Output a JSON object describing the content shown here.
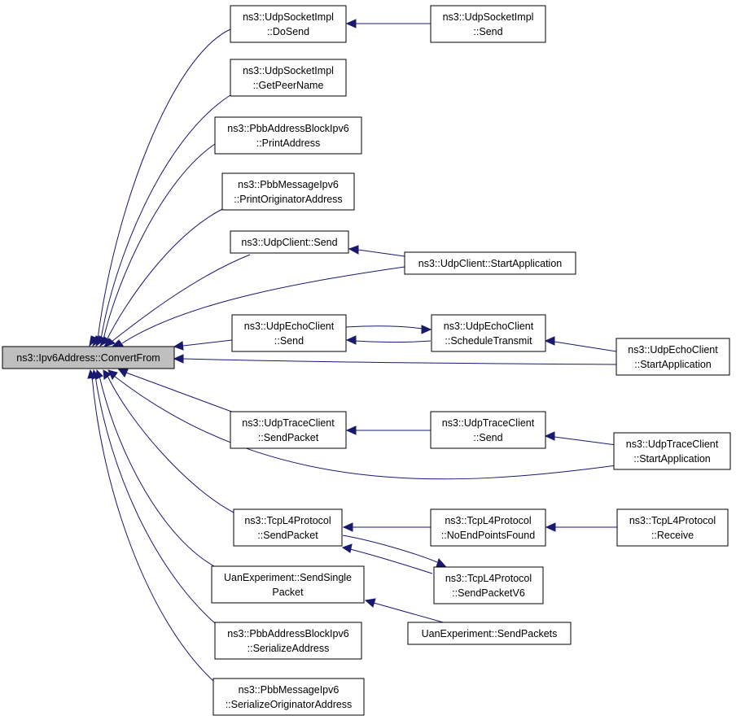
{
  "diagram": {
    "colors": {
      "edge": "#191970",
      "root_fill": "#bfbfbf",
      "node_fill": "#ffffff",
      "border": "#000000"
    },
    "nodes": [
      {
        "id": "root",
        "lines": [
          "ns3::Ipv6Address::ConvertFrom"
        ]
      },
      {
        "id": "udpsock_dosend",
        "lines": [
          "ns3::UdpSocketImpl",
          "::DoSend"
        ]
      },
      {
        "id": "udpsock_send",
        "lines": [
          "ns3::UdpSocketImpl",
          "::Send"
        ]
      },
      {
        "id": "udpsock_getpeer",
        "lines": [
          "ns3::UdpSocketImpl",
          "::GetPeerName"
        ]
      },
      {
        "id": "pbbblock_print",
        "lines": [
          "ns3::PbbAddressBlockIpv6",
          "::PrintAddress"
        ]
      },
      {
        "id": "pbbmsg_print",
        "lines": [
          "ns3::PbbMessageIpv6",
          "::PrintOriginatorAddress"
        ]
      },
      {
        "id": "udpclient_send",
        "lines": [
          "ns3::UdpClient::Send"
        ]
      },
      {
        "id": "udpclient_start",
        "lines": [
          "ns3::UdpClient::StartApplication"
        ]
      },
      {
        "id": "echo_send",
        "lines": [
          "ns3::UdpEchoClient",
          "::Send"
        ]
      },
      {
        "id": "echo_sched",
        "lines": [
          "ns3::UdpEchoClient",
          "::ScheduleTransmit"
        ]
      },
      {
        "id": "echo_start",
        "lines": [
          "ns3::UdpEchoClient",
          "::StartApplication"
        ]
      },
      {
        "id": "trace_sendpacket",
        "lines": [
          "ns3::UdpTraceClient",
          "::SendPacket"
        ]
      },
      {
        "id": "trace_send",
        "lines": [
          "ns3::UdpTraceClient",
          "::Send"
        ]
      },
      {
        "id": "trace_start",
        "lines": [
          "ns3::UdpTraceClient",
          "::StartApplication"
        ]
      },
      {
        "id": "tcp_sendpacket",
        "lines": [
          "ns3::TcpL4Protocol",
          "::SendPacket"
        ]
      },
      {
        "id": "tcp_noend",
        "lines": [
          "ns3::TcpL4Protocol",
          "::NoEndPointsFound"
        ]
      },
      {
        "id": "tcp_receive",
        "lines": [
          "ns3::TcpL4Protocol",
          "::Receive"
        ]
      },
      {
        "id": "tcp_sendv6",
        "lines": [
          "ns3::TcpL4Protocol",
          "::SendPacketV6"
        ]
      },
      {
        "id": "uan_single",
        "lines": [
          "UanExperiment::SendSingle",
          "Packet"
        ]
      },
      {
        "id": "uan_packets",
        "lines": [
          "UanExperiment::SendPackets"
        ]
      },
      {
        "id": "pbbblock_serialize",
        "lines": [
          "ns3::PbbAddressBlockIpv6",
          "::SerializeAddress"
        ]
      },
      {
        "id": "pbbmsg_serialize",
        "lines": [
          "ns3::PbbMessageIpv6",
          "::SerializeOriginatorAddress"
        ]
      }
    ],
    "edges": [
      {
        "from": "udpsock_dosend",
        "to": "root"
      },
      {
        "from": "udpsock_send",
        "to": "udpsock_dosend"
      },
      {
        "from": "udpsock_getpeer",
        "to": "root"
      },
      {
        "from": "pbbblock_print",
        "to": "root"
      },
      {
        "from": "pbbmsg_print",
        "to": "root"
      },
      {
        "from": "udpclient_send",
        "to": "root"
      },
      {
        "from": "udpclient_start",
        "to": "udpclient_send"
      },
      {
        "from": "udpclient_start",
        "to": "root"
      },
      {
        "from": "echo_send",
        "to": "root"
      },
      {
        "from": "echo_send",
        "to": "echo_sched"
      },
      {
        "from": "echo_sched",
        "to": "echo_send"
      },
      {
        "from": "echo_start",
        "to": "echo_sched"
      },
      {
        "from": "echo_start",
        "to": "root"
      },
      {
        "from": "trace_sendpacket",
        "to": "root"
      },
      {
        "from": "trace_send",
        "to": "trace_sendpacket"
      },
      {
        "from": "trace_start",
        "to": "trace_send"
      },
      {
        "from": "trace_start",
        "to": "root"
      },
      {
        "from": "tcp_sendpacket",
        "to": "root"
      },
      {
        "from": "tcp_noend",
        "to": "tcp_sendpacket"
      },
      {
        "from": "tcp_receive",
        "to": "tcp_noend"
      },
      {
        "from": "tcp_sendv6",
        "to": "tcp_sendpacket"
      },
      {
        "from": "tcp_sendpacket",
        "to": "tcp_sendv6"
      },
      {
        "from": "uan_single",
        "to": "root"
      },
      {
        "from": "uan_packets",
        "to": "uan_single"
      },
      {
        "from": "pbbblock_serialize",
        "to": "root"
      },
      {
        "from": "pbbmsg_serialize",
        "to": "root"
      }
    ]
  }
}
